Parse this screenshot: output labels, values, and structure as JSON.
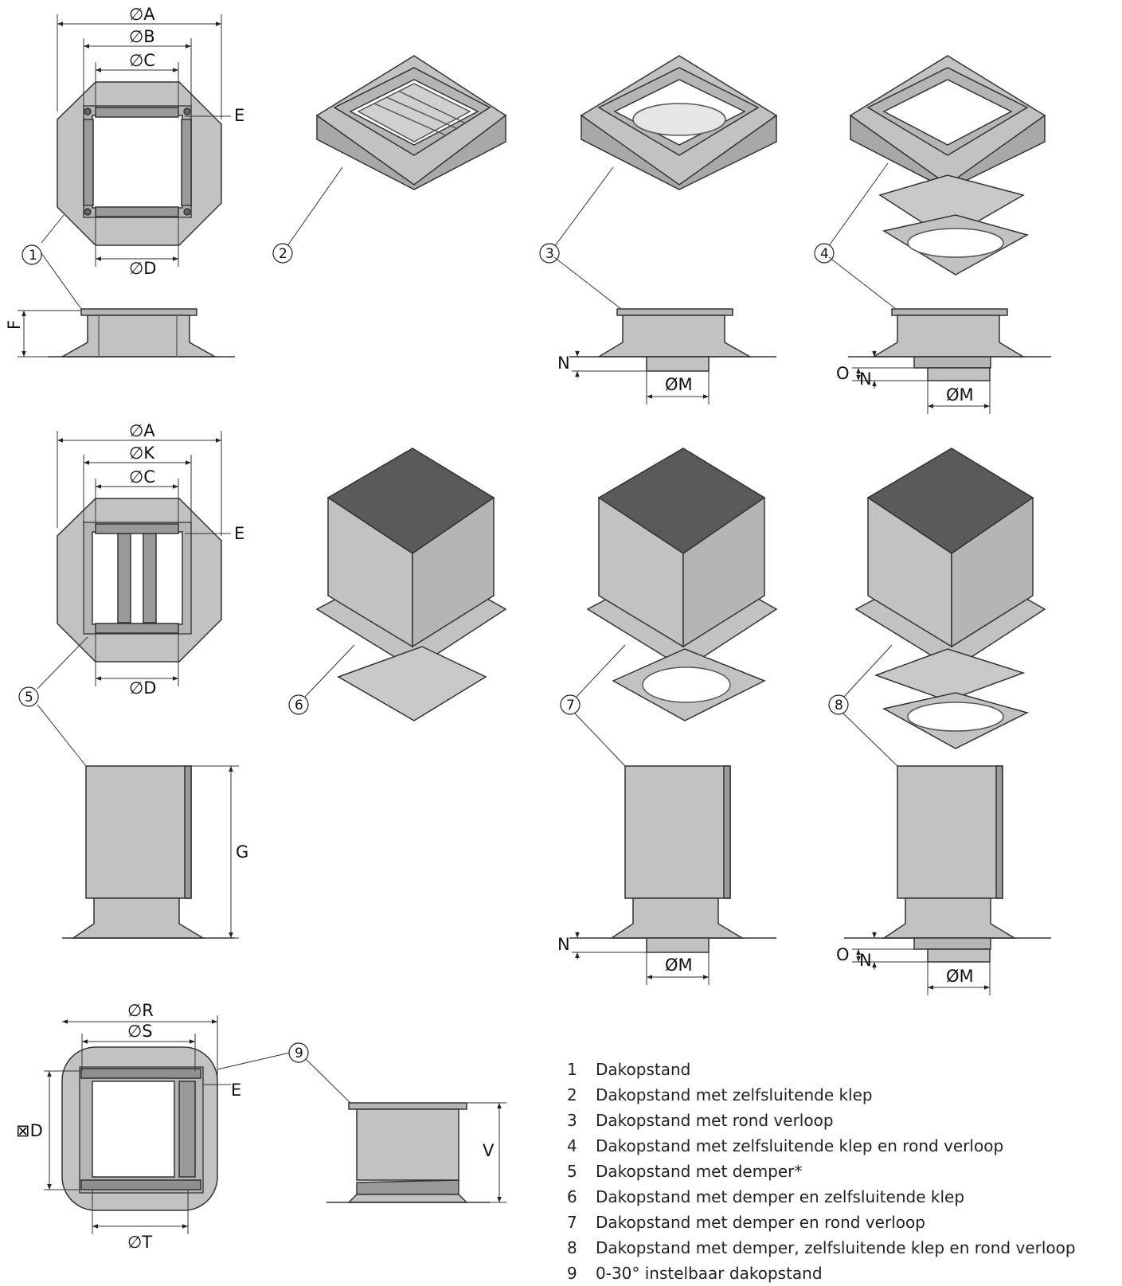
{
  "dimensions": {
    "A": "∅A",
    "B": "∅B",
    "C": "∅C",
    "D": "∅D",
    "K": "∅K",
    "R": "∅R",
    "S": "∅S",
    "T": "∅T",
    "D_square": "⊠D",
    "E": "E",
    "F": "F",
    "G": "G",
    "N": "N",
    "O": "O",
    "V": "V",
    "M": "ØM"
  },
  "callouts": [
    "1",
    "2",
    "3",
    "4",
    "5",
    "6",
    "7",
    "8",
    "9"
  ],
  "legend": [
    {
      "num": "1",
      "text": "Dakopstand"
    },
    {
      "num": "2",
      "text": "Dakopstand met zelfsluitende klep"
    },
    {
      "num": "3",
      "text": "Dakopstand met rond verloop"
    },
    {
      "num": "4",
      "text": "Dakopstand met zelfsluitende klep en rond verloop"
    },
    {
      "num": "5",
      "text": "Dakopstand met demper*"
    },
    {
      "num": "6",
      "text": "Dakopstand met demper en zelfsluitende klep"
    },
    {
      "num": "7",
      "text": "Dakopstand met demper en rond verloop"
    },
    {
      "num": "8",
      "text": "Dakopstand met demper, zelfsluitende klep en rond verloop"
    },
    {
      "num": "9",
      "text": "0-30° instelbaar dakopstand"
    }
  ],
  "colors": {
    "metal": "#c2c2c2",
    "metal_dark": "#8f8f8f",
    "line": "#222222",
    "inner": "#ffffff"
  }
}
